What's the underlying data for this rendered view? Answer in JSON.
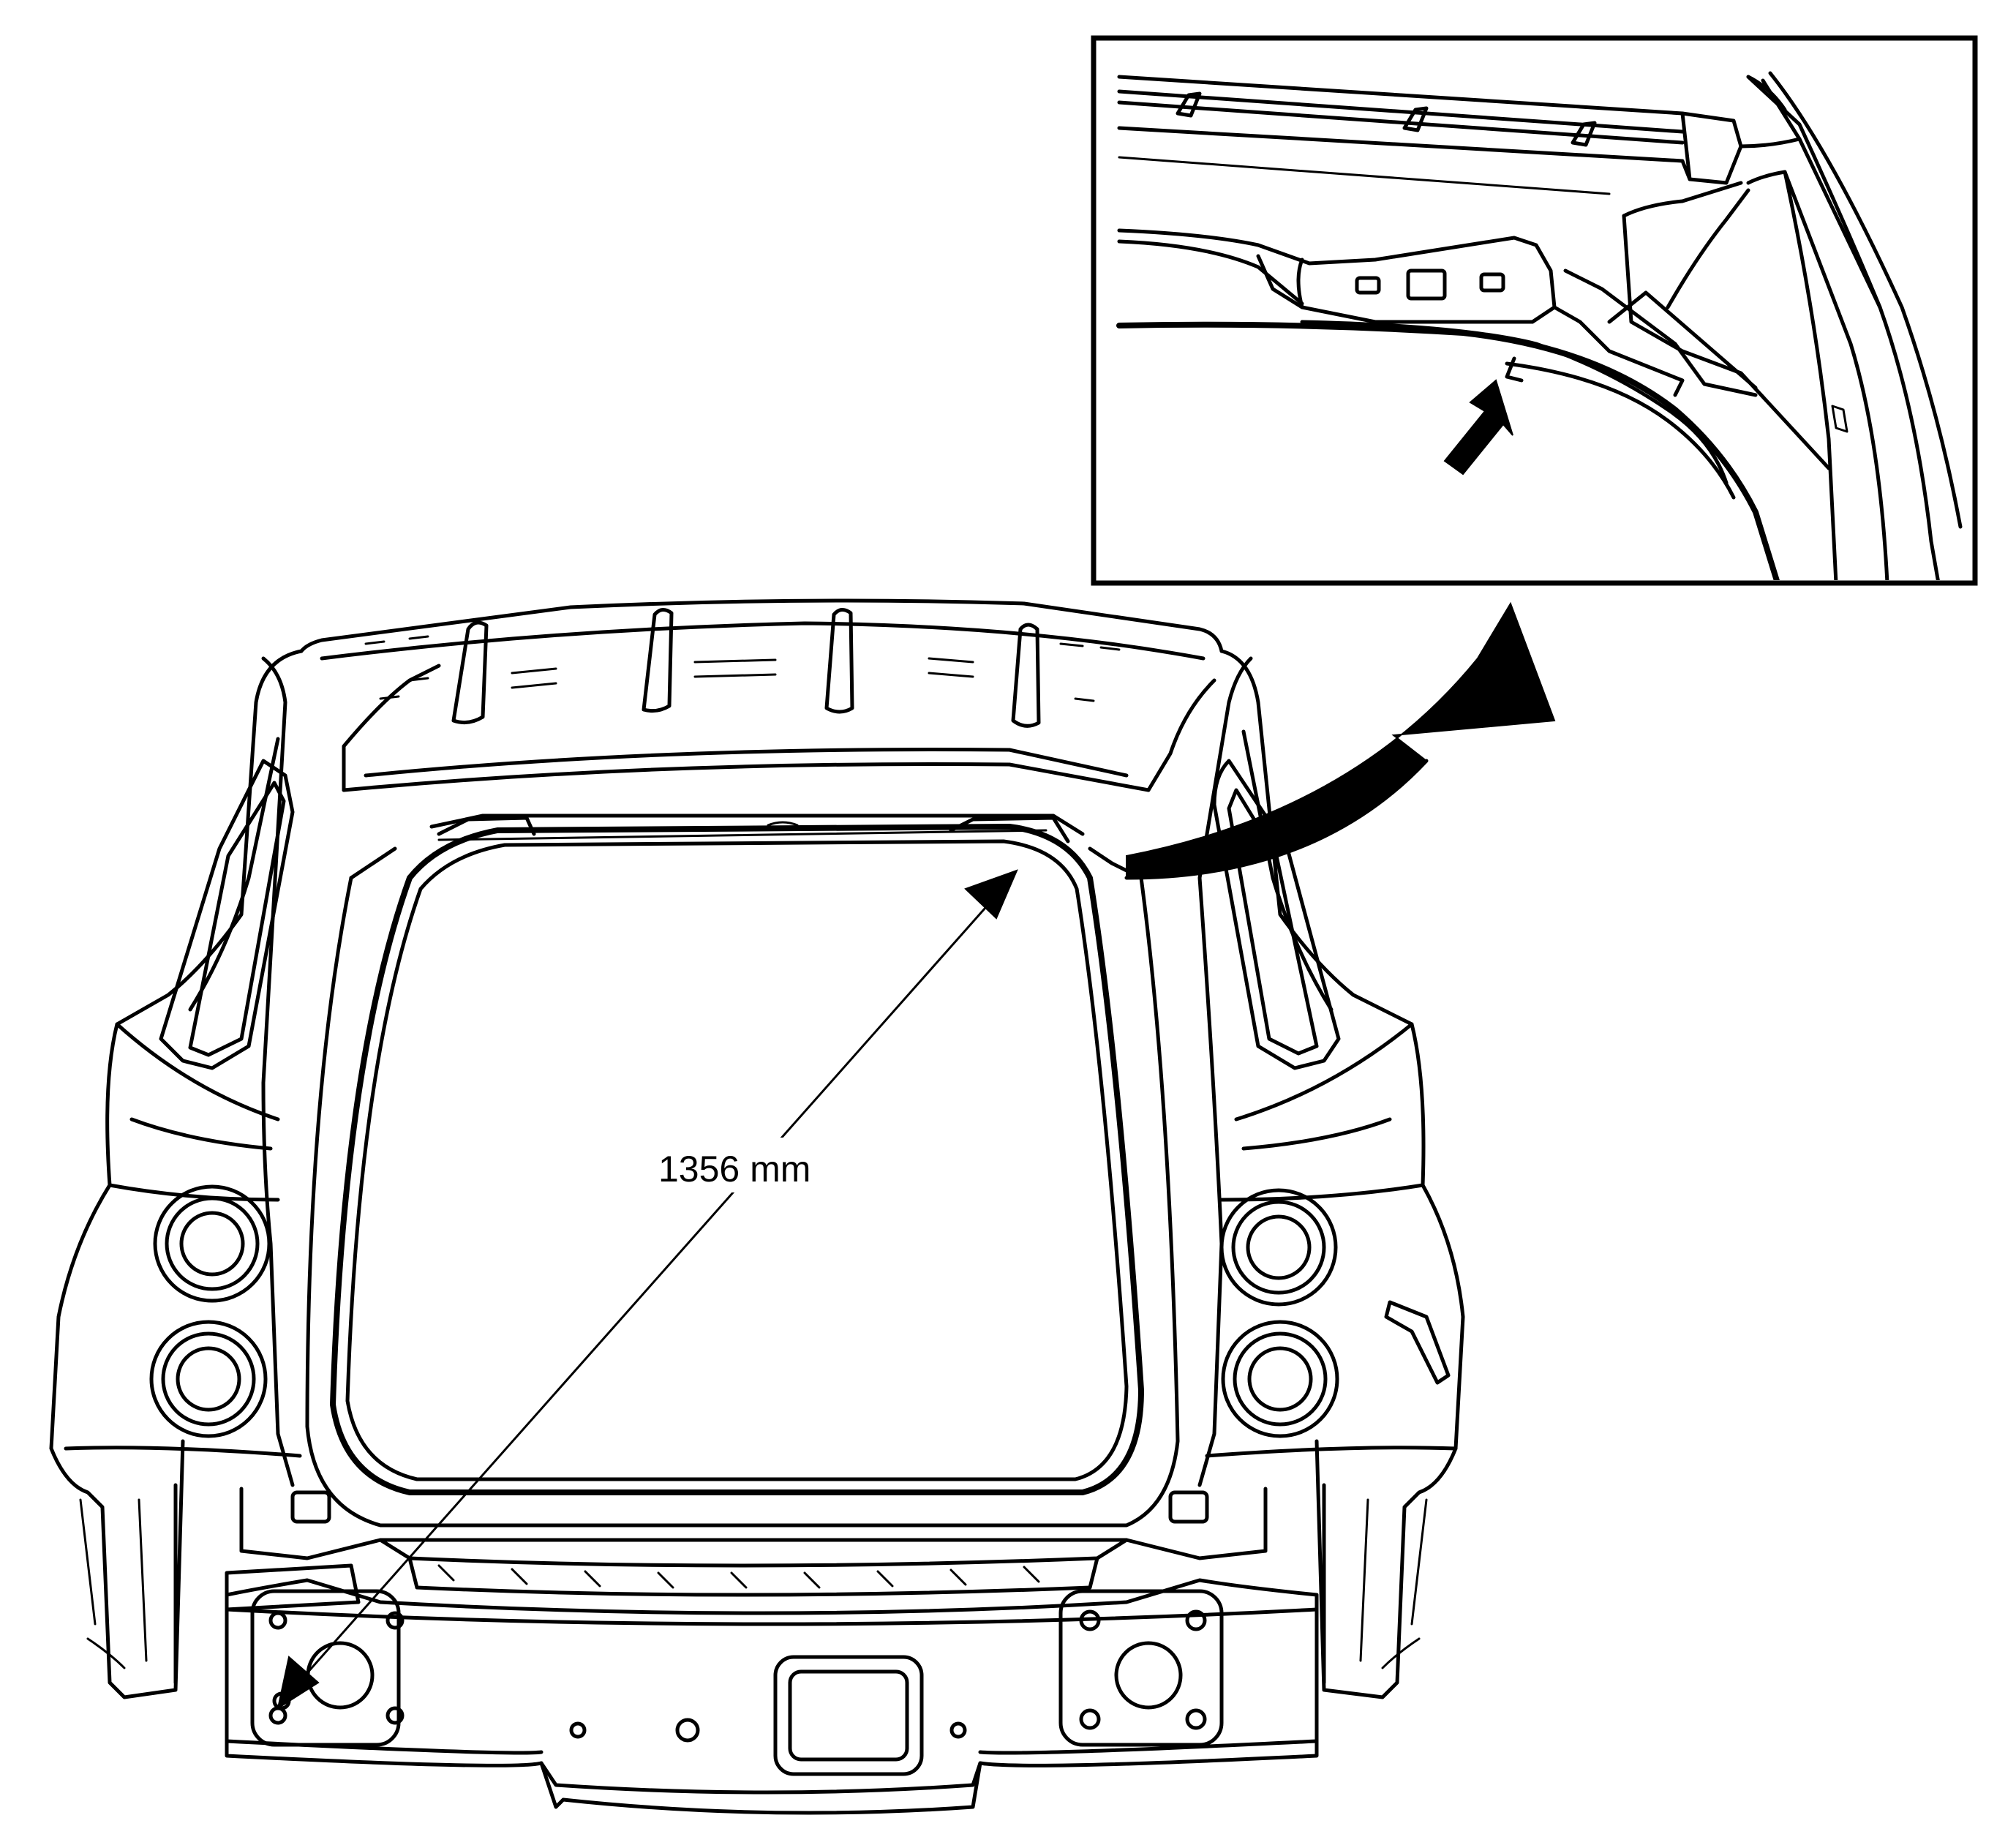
{
  "diagram": {
    "dimension_label": "1356 mm",
    "colors": {
      "line": "#000000",
      "background": "#ffffff"
    },
    "callout": {
      "shape": "rectangle-inset",
      "pointer": "curved-arrow"
    }
  }
}
